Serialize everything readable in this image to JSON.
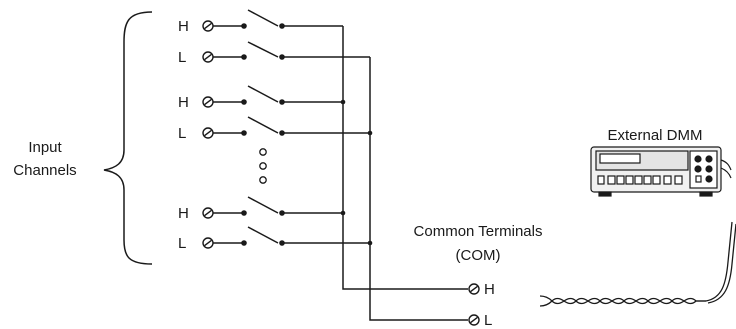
{
  "labels": {
    "input_channels_line1": "Input",
    "input_channels_line2": "Channels",
    "external_dmm": "External DMM",
    "common_line1": "Common Terminals",
    "common_line2": "(COM)"
  },
  "channels": [
    {
      "high": "H",
      "low": "L"
    },
    {
      "high": "H",
      "low": "L"
    },
    {
      "high": "H",
      "low": "L"
    }
  ],
  "com_terminals": {
    "high": "H",
    "low": "L"
  },
  "colors": {
    "line": "#1a1a1a",
    "background": "#ffffff"
  }
}
